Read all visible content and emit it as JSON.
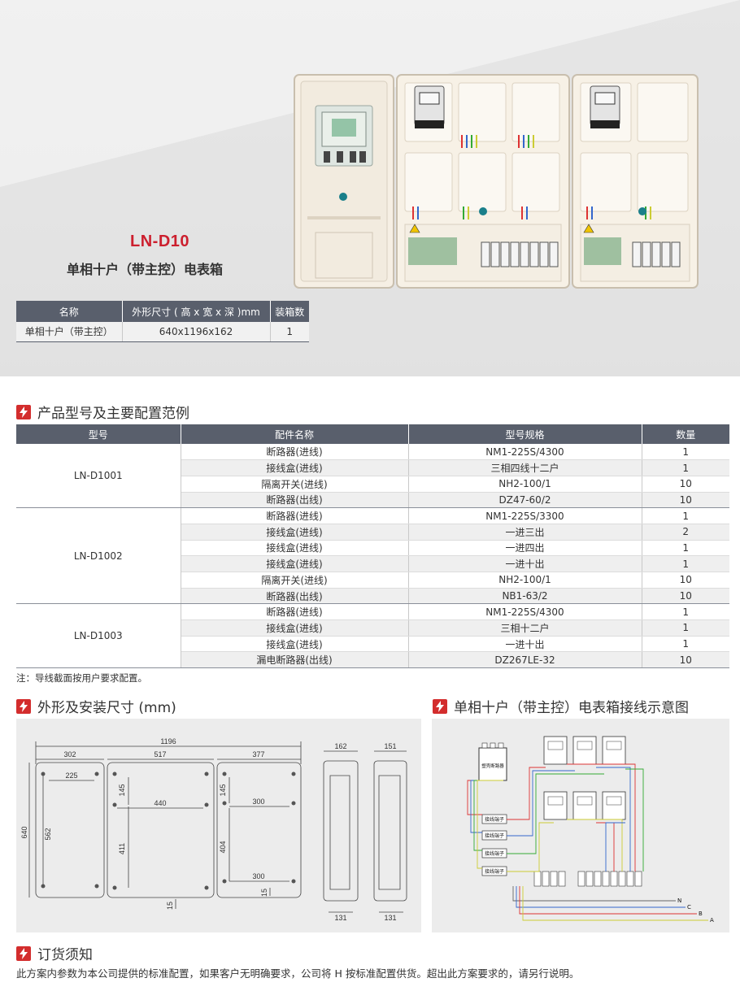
{
  "product": {
    "model": "LN-D10",
    "name": "单相十户（带主控）电表箱"
  },
  "spec_table": {
    "headers": [
      "名称",
      "外形尺寸 ( 高 x 宽 x 深 )mm",
      "装箱数"
    ],
    "row": [
      "单相十户（带主控）",
      "640x1196x162",
      "1"
    ]
  },
  "sections": {
    "config": "产品型号及主要配置范例",
    "dimensions": "外形及安装尺寸 (mm)",
    "wiring": "单相十户（带主控）电表箱接线示意图",
    "order": "订货须知"
  },
  "config_table": {
    "headers": [
      "型号",
      "配件名称",
      "型号规格",
      "数量"
    ],
    "groups": [
      {
        "model": "LN-D1001",
        "rows": [
          [
            "断路器(进线)",
            "NM1-225S/4300",
            "1"
          ],
          [
            "接线盒(进线)",
            "三相四线十二户",
            "1"
          ],
          [
            "隔离开关(进线)",
            "NH2-100/1",
            "10"
          ],
          [
            "断路器(出线)",
            "DZ47-60/2",
            "10"
          ]
        ]
      },
      {
        "model": "LN-D1002",
        "rows": [
          [
            "断路器(进线)",
            "NM1-225S/3300",
            "1"
          ],
          [
            "接线盒(进线)",
            "一进三出",
            "2"
          ],
          [
            "接线盒(进线)",
            "一进四出",
            "1"
          ],
          [
            "接线盒(进线)",
            "一进十出",
            "1"
          ],
          [
            "隔离开关(进线)",
            "NH2-100/1",
            "10"
          ],
          [
            "断路器(出线)",
            "NB1-63/2",
            "10"
          ]
        ]
      },
      {
        "model": "LN-D1003",
        "rows": [
          [
            "断路器(进线)",
            "NM1-225S/4300",
            "1"
          ],
          [
            "接线盒(进线)",
            "三相十二户",
            "1"
          ],
          [
            "接线盒(进线)",
            "一进十出",
            "1"
          ],
          [
            "漏电断路器(出线)",
            "DZ267LE-32",
            "10"
          ]
        ]
      }
    ],
    "note": "注：导线截面按用户要求配置。"
  },
  "dimensions": {
    "overall_width": "1196",
    "left_width": "302",
    "mid_width": "517",
    "right_width": "377",
    "hole_225": "225",
    "hole_440": "440",
    "hole_300a": "300",
    "hole_300b": "300",
    "height_640": "640",
    "height_562": "562",
    "v145a": "145",
    "v145b": "145",
    "v411": "411",
    "v404": "404",
    "v15a": "15",
    "v15b": "15",
    "side_depth": "162",
    "side_depth2": "151",
    "side_bottom": "131",
    "side_bottom2": "131"
  },
  "wiring": {
    "main_breaker": "塑壳断路器",
    "terminal": "接线端子",
    "phases": [
      "N",
      "C",
      "B",
      "A"
    ]
  },
  "order_text": "此方案内参数为本公司提供的标准配置，如果客户无明确要求，公司将 H 按标准配置供货。超出此方案要求的，请另行说明。",
  "colors": {
    "accent": "#cc1f2e",
    "table_header": "#595f6c",
    "panel_bg": "#ececec"
  }
}
